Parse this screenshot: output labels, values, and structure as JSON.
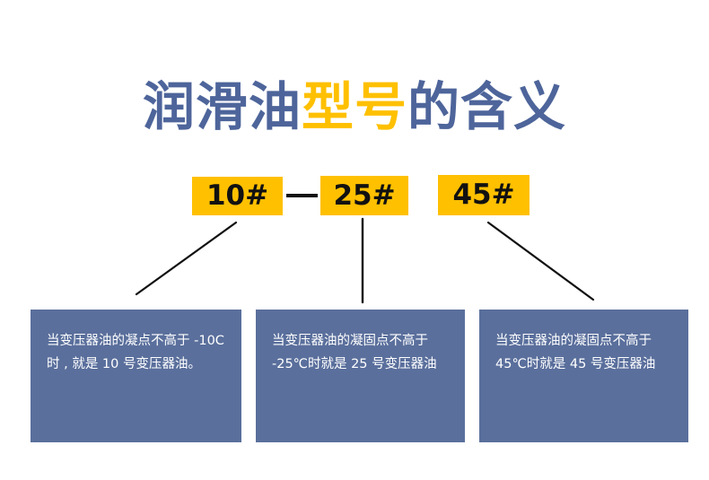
{
  "title": {
    "segment_blue_1": "润滑油",
    "segment_amber": "型号",
    "segment_blue_2": "的含义",
    "full_text": "润滑油型号的含义"
  },
  "colors": {
    "title_blue": "#4E659B",
    "accent_amber": "#FFC000",
    "panel_blue": "#5A6F9C",
    "connector_black": "#111111",
    "background": "#FFFFFF",
    "badge_text": "#111111",
    "panel_text": "#FFFFFF"
  },
  "badges": [
    {
      "label": "10#"
    },
    {
      "label": "25#"
    },
    {
      "label": "45#"
    }
  ],
  "separator": {
    "name": "dash",
    "between": "10# 与 25#"
  },
  "panels": [
    {
      "text": "当变压器油的凝点不高于 -10C 时 , 就是 10 号变压器油。"
    },
    {
      "text": "当变压器油的凝固点不高于 -25℃时就是 25 号变压器油"
    },
    {
      "text": "当变压器油的凝固点不高于 45℃时就是 45 号变压器油"
    }
  ]
}
